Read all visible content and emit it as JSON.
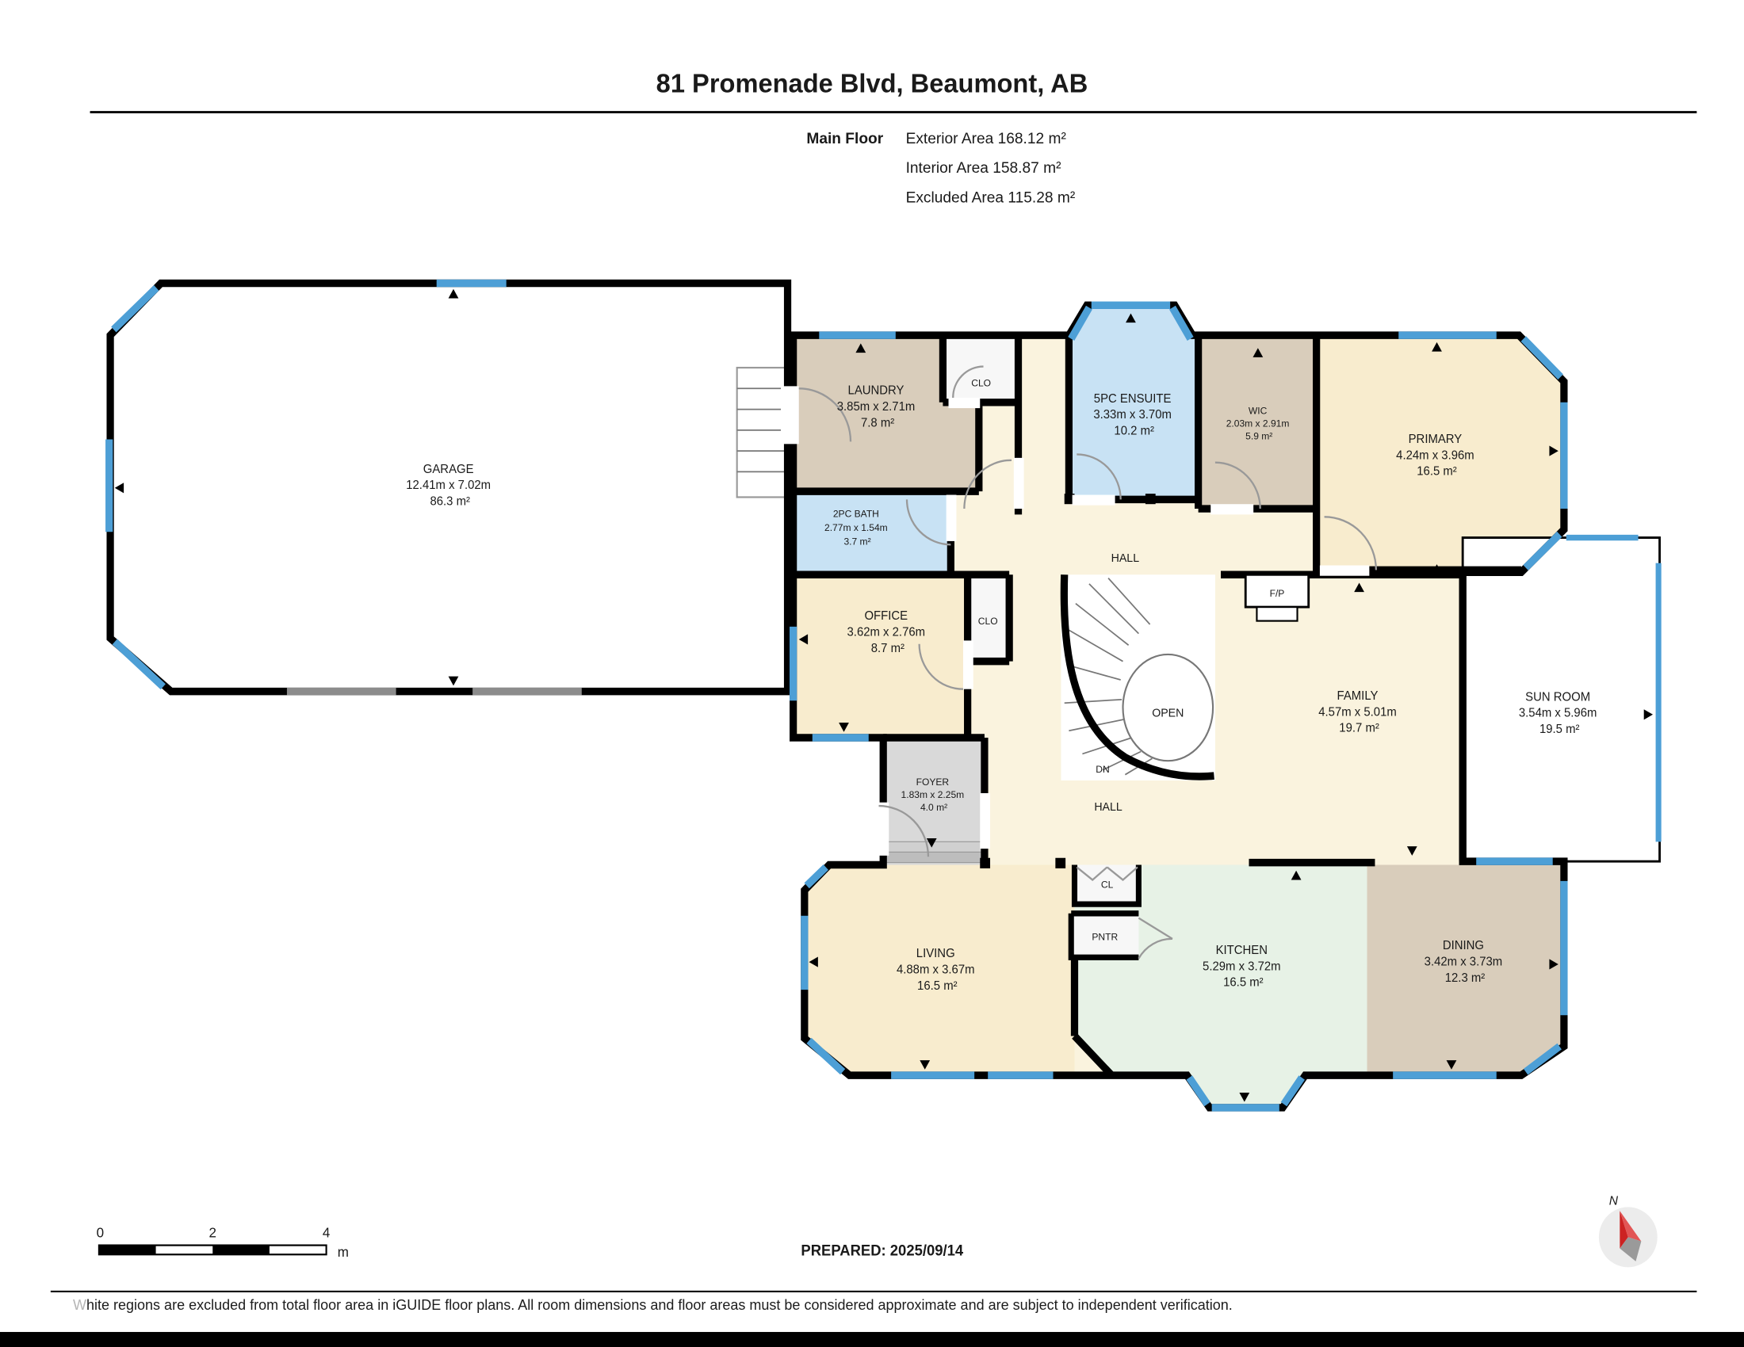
{
  "header": {
    "title": "81 Promenade Blvd, Beaumont, AB",
    "floor_label": "Main Floor",
    "stats": [
      "Exterior Area 168.12 m²",
      "Interior Area 158.87 m²",
      "Excluded Area 115.28 m²"
    ]
  },
  "rooms": {
    "garage": {
      "name": "GARAGE",
      "dims": "12.41m x 7.02m",
      "area": "86.3 m²"
    },
    "laundry": {
      "name": "LAUNDRY",
      "dims": "3.85m x 2.71m",
      "area": "7.8 m²"
    },
    "ensuite": {
      "name": "5PC ENSUITE",
      "dims": "3.33m x 3.70m",
      "area": "10.2 m²"
    },
    "wic": {
      "name": "WIC",
      "dims": "2.03m x 2.91m",
      "area": "5.9 m²"
    },
    "primary": {
      "name": "PRIMARY",
      "dims": "4.24m x 3.96m",
      "area": "16.5 m²"
    },
    "bath": {
      "name": "2PC BATH",
      "dims": "2.77m x 1.54m",
      "area": "3.7 m²"
    },
    "office": {
      "name": "OFFICE",
      "dims": "3.62m x 2.76m",
      "area": "8.7 m²"
    },
    "family": {
      "name": "FAMILY",
      "dims": "4.57m x 5.01m",
      "area": "19.7 m²"
    },
    "sunroom": {
      "name": "SUN ROOM",
      "dims": "3.54m x 5.96m",
      "area": "19.5 m²"
    },
    "foyer": {
      "name": "FOYER",
      "dims": "1.83m x 2.25m",
      "area": "4.0 m²"
    },
    "living": {
      "name": "LIVING",
      "dims": "4.88m x 3.67m",
      "area": "16.5 m²"
    },
    "kitchen": {
      "name": "KITCHEN",
      "dims": "5.29m x 3.72m",
      "area": "16.5 m²"
    },
    "dining": {
      "name": "DINING",
      "dims": "3.42m x 3.73m",
      "area": "12.3 m²"
    }
  },
  "labels": {
    "hall_upper": "HALL",
    "hall_lower": "HALL",
    "closet_top": "CLO",
    "closet_office": "CLO",
    "closet_hall": "CL",
    "pantry": "PNTR",
    "fireplace": "F/P",
    "stair_open": "OPEN",
    "stair_down": "DN"
  },
  "scale_bar": {
    "ticks": [
      "0",
      "2",
      "4"
    ],
    "unit": "m"
  },
  "compass": {
    "north_label": "N"
  },
  "footer": {
    "prepared": "PREPARED: 2025/09/14",
    "disclaimer": "White regions are excluded from total floor area in iGUIDE floor plans. All room dimensions and floor areas must be considered approximate and are subject to independent verification."
  },
  "colors": {
    "wall": "#000000",
    "window": "#4d9fd6",
    "room_cream": "#f8ecce",
    "hall_cream": "#faf3de",
    "room_tan": "#d9cdbb",
    "room_blue": "#c8e2f4",
    "room_mint": "#e7f2e6",
    "foyer_gray": "#d9d9d9",
    "excluded_white": "#ffffff",
    "north_needle_red": "#cc2222"
  },
  "icons": {
    "dimension_arrow": "filled-triangle",
    "door_swing": "quarter-arc",
    "north_needle": "red-gray-needle"
  }
}
